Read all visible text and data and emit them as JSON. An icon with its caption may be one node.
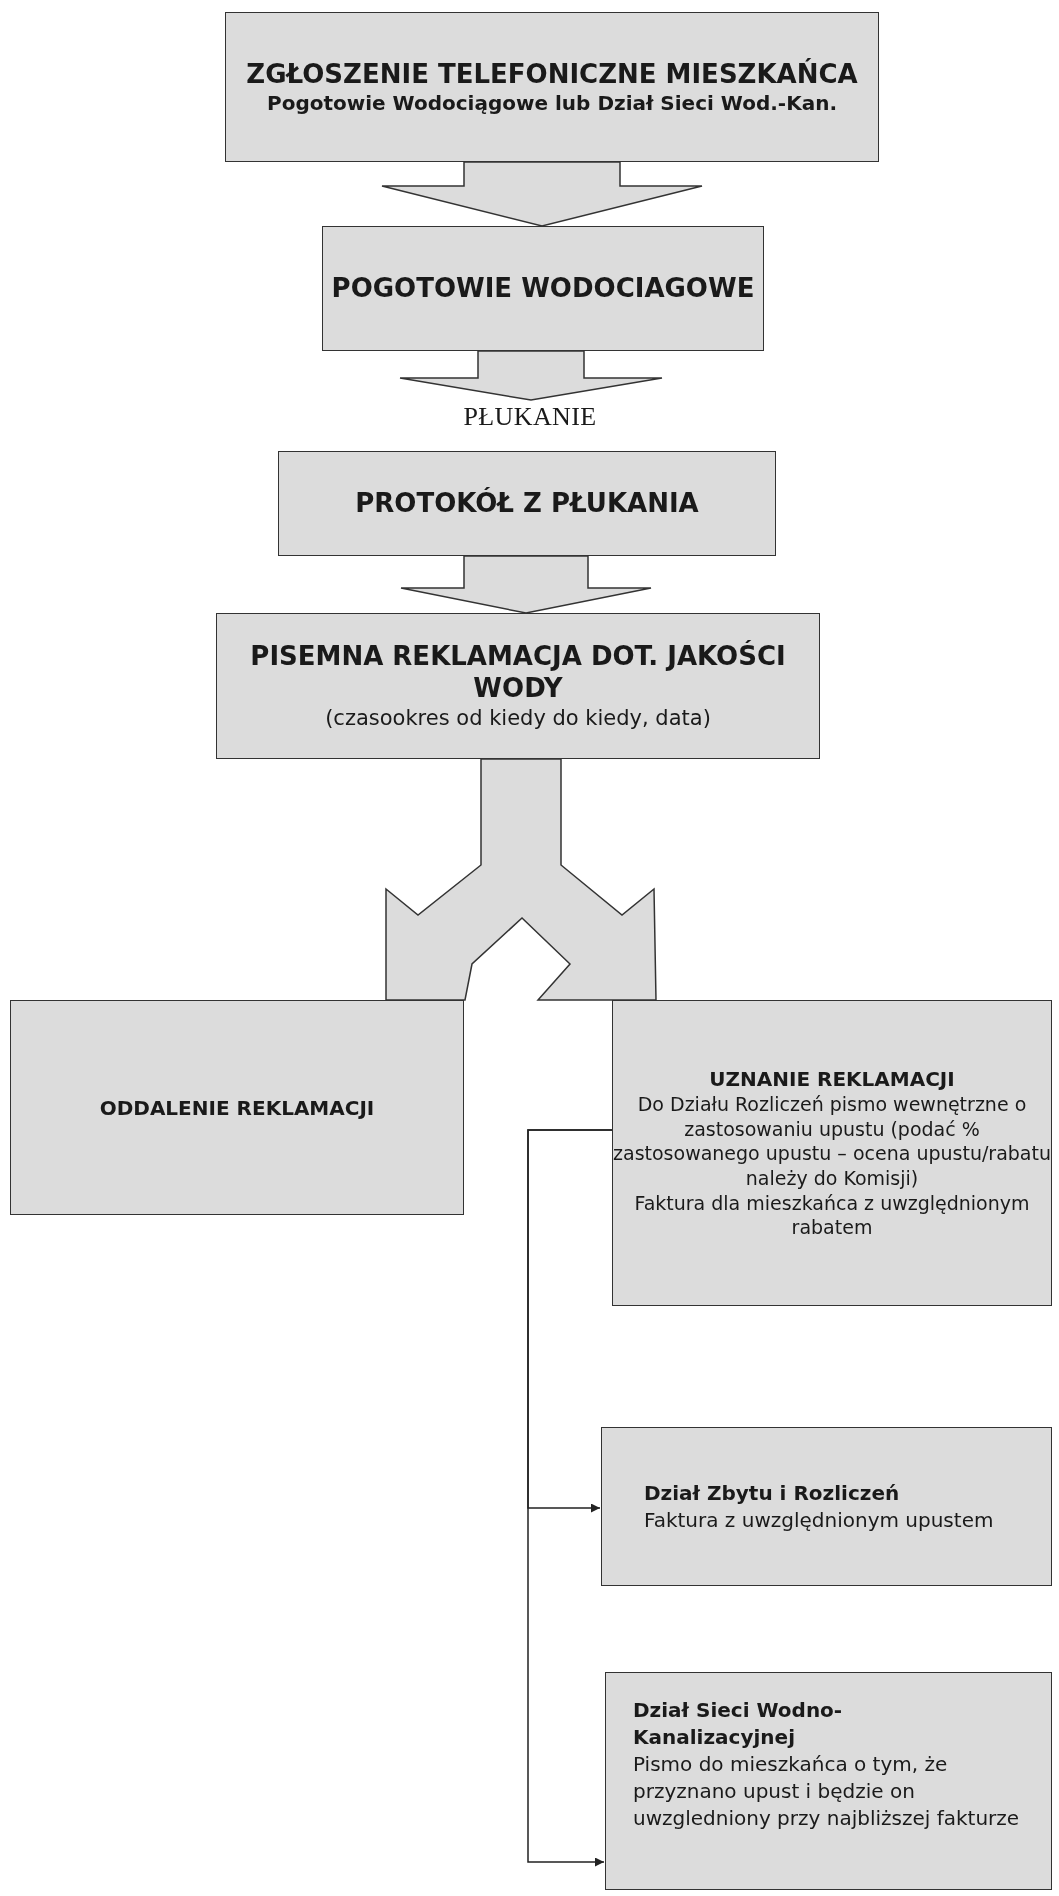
{
  "diagram": {
    "nodes": [
      {
        "text": [
          "ZGŁOSZENIE TELEFONICZNE MIESZKAŃCA",
          "Pogotowie Wodociągowe lub Dział Sieci Wod.-Kan."
        ]
      },
      {
        "text": [
          "POGOTOWIE WODOCIAGOWE"
        ]
      },
      {
        "text": [
          "PŁUKANIE"
        ]
      },
      {
        "text": [
          "PROTOKÓŁ Z PŁUKANIA"
        ]
      },
      {
        "text": [
          "PISEMNA REKLAMACJA DOT. JAKOŚCI WODY",
          "(czasookres od kiedy do kiedy, data)"
        ]
      },
      {
        "text": [
          "ODDALENIE REKLAMACJI"
        ]
      },
      {
        "text": [
          "UZNANIE REKLAMACJI",
          "Do Działu Rozliczeń pismo wewnętrzne o zastosowaniu upustu (podać % zastosowanego upustu – ocena upustu/rabatu należy do Komisji)",
          "Faktura dla mieszkańca z uwzględnionym rabatem"
        ]
      },
      {
        "text": [
          "Dział Zbytu i Rozliczeń",
          "Faktura z uwzględnionym upustem"
        ]
      },
      {
        "text": [
          "Dział Sieci Wodno-Kanalizacyjnej",
          "Pismo do mieszkańca o tym, że przyznano upust i będzie on uwzgledniony przy najbliższej fakturze"
        ]
      }
    ],
    "edges": [
      {
        "from": 0,
        "to": 1,
        "arrow": "to"
      },
      {
        "from": 1,
        "to": 2,
        "arrow": "to"
      },
      {
        "from": 3,
        "to": 4,
        "arrow": "to"
      },
      {
        "from": 4,
        "to": 5,
        "arrow": "to"
      },
      {
        "from": 4,
        "to": 6,
        "arrow": "to"
      },
      {
        "from": 6,
        "to": 7,
        "arrow": "to"
      },
      {
        "from": 6,
        "to": 8,
        "arrow": "to"
      }
    ]
  }
}
